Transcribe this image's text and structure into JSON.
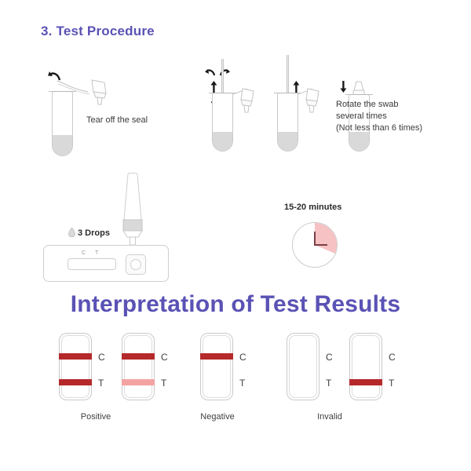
{
  "page": {
    "section_number_title": "3. Test Procedure",
    "results_title": "Interpretation of Test Results",
    "background_color": "#ffffff",
    "heading_color": "#5a52b5",
    "band_strong_color": "#b5292b",
    "band_faint_color": "#f4a3a3",
    "outline_color": "#c9c9c9",
    "liquid_color": "#d9d9d9",
    "clock_slice_color": "#f6c2c4"
  },
  "procedure": {
    "step1": {
      "caption": "Tear off the seal",
      "icon": "curved-pull-arrow-icon"
    },
    "step2": {
      "caption": "Rotate the swab\nseveral times\n(Not less than 6 times)",
      "icons": [
        "rotate-left-icon",
        "rotate-right-icon",
        "arrow-up-icon",
        "arrow-down-icon"
      ]
    },
    "step3": {
      "drops_label": "3 Drops",
      "drop_icon": "water-drop-icon",
      "window_marks": [
        "C",
        "T"
      ]
    },
    "step4": {
      "timer_label": "15-20 minutes",
      "clock_icon": "clock-icon"
    }
  },
  "results": {
    "groups": [
      {
        "name": "positive",
        "label": "Positive",
        "strips": [
          {
            "id": "positive-strong",
            "c_band": "strong",
            "t_band": "strong",
            "c_letter": "C",
            "t_letter": "T"
          },
          {
            "id": "positive-faint",
            "c_band": "strong",
            "t_band": "faint",
            "c_letter": "C",
            "t_letter": "T"
          }
        ]
      },
      {
        "name": "negative",
        "label": "Negative",
        "strips": [
          {
            "id": "negative-only-c",
            "c_band": "strong",
            "t_band": "none",
            "c_letter": "C",
            "t_letter": "T"
          }
        ]
      },
      {
        "name": "invalid",
        "label": "Invalid",
        "strips": [
          {
            "id": "invalid-no-bands",
            "c_band": "none",
            "t_band": "none",
            "c_letter": "C",
            "t_letter": "T"
          },
          {
            "id": "invalid-only-t",
            "c_band": "none",
            "t_band": "strong",
            "c_letter": "C",
            "t_letter": "T"
          }
        ]
      }
    ]
  }
}
